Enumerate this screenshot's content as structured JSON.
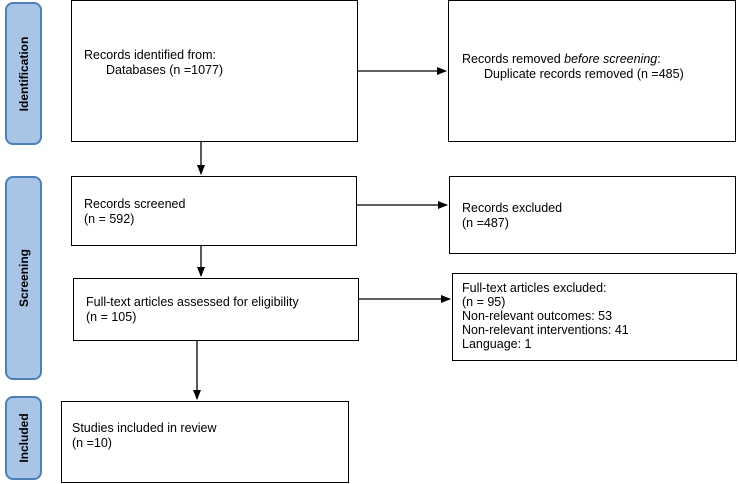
{
  "colors": {
    "stage_fill": "#a8c4e6",
    "stage_border": "#4f7fb8",
    "box_border": "#000000",
    "arrow": "#000000"
  },
  "stages": {
    "identification": "Identification",
    "screening": "Screening",
    "included": "Included"
  },
  "identification": {
    "records_identified": {
      "title": "Records identified from:",
      "detail": "Databases (n =1077)"
    },
    "records_removed": {
      "title_prefix": "Records removed ",
      "title_emphasis": "before screening",
      "title_suffix": ":",
      "detail": "Duplicate records removed (n =485)"
    }
  },
  "screening": {
    "records_screened": {
      "title": "Records screened",
      "count": "(n = 592)"
    },
    "records_excluded": {
      "title": "Records excluded",
      "count": "(n =487)"
    },
    "fulltext_assessed": {
      "title": "Full-text articles assessed for eligibility",
      "count": "(n = 105)"
    },
    "fulltext_excluded": {
      "title": "Full-text articles excluded:",
      "count": "(n = 95)",
      "reasons": [
        "Non-relevant outcomes: 53",
        "Non-relevant interventions: 41",
        "Language: 1"
      ]
    }
  },
  "included": {
    "studies_included": {
      "title": "Studies included in review",
      "count": "(n =10)"
    }
  }
}
